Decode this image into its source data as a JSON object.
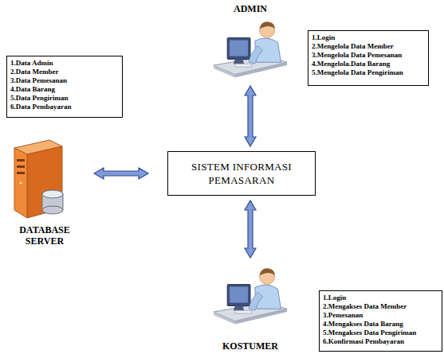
{
  "diagram": {
    "nodes": [
      {
        "text": [
          "ADMIN"
        ]
      },
      {
        "text": [
          "1.Login",
          "2.Mengelola Data Member",
          "3.Mengelola Data Pemesanan",
          "4.Mengelola.Data Barang",
          "5.Mengelola Data Pengiriman"
        ]
      },
      {
        "text": [
          "1.Data Admin",
          "2.Data Member",
          "3.Data Pemesanan",
          "4.Data Barang",
          "5.Data Pengiriman",
          "6.Data Pembayaran"
        ]
      },
      {
        "text": [
          "DATABASE SERVER"
        ]
      },
      {
        "text": [
          "SISTEM INFORMASI PEMASARAN"
        ]
      },
      {
        "text": [
          "KOSTUMER"
        ]
      },
      {
        "text": [
          "1.Login",
          "2.Mengakses Data Member",
          "3.Pemesanan",
          "4.Mengakses Data Barang",
          "5.Mengakses Data Pengiriman",
          "6.Konfirmasi Pembayaran"
        ]
      }
    ],
    "edges": [
      {
        "from": 0,
        "to": 4,
        "arrow": "both"
      },
      {
        "from": 3,
        "to": 4,
        "arrow": "both"
      },
      {
        "from": 4,
        "to": 5,
        "arrow": "both"
      }
    ]
  }
}
